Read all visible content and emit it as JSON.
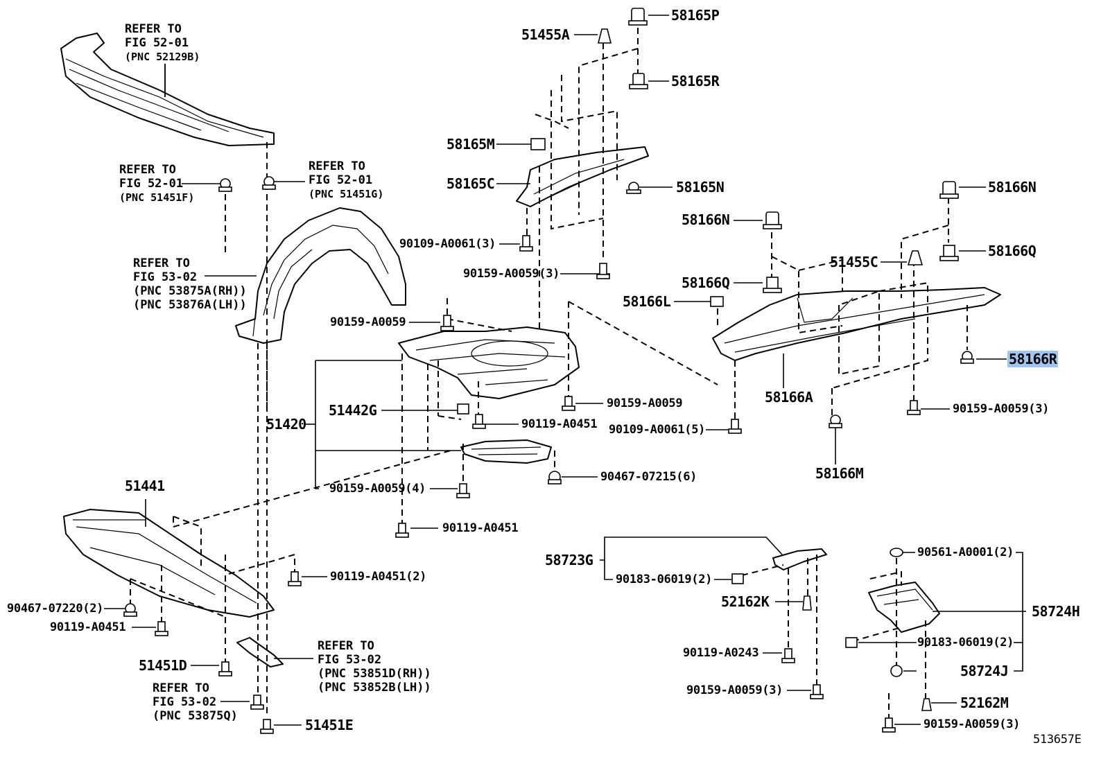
{
  "diagram_id": "513657E",
  "labels": {
    "refer_5201_top": [
      "REFER TO",
      "FIG 52-01",
      "(PNC 52129B)"
    ],
    "refer_5201_left": [
      "REFER TO",
      "FIG 52-01",
      "(PNC 51451F)"
    ],
    "refer_5201_right": [
      "REFER TO",
      "FIG 52-01",
      "(PNC 51451G)"
    ],
    "refer_5302_liner": [
      "REFER TO",
      "FIG 53-02",
      "(PNC 53875A(RH))",
      "(PNC 53876A(LH))"
    ],
    "refer_5302_brace": [
      "REFER TO",
      "FIG 53-02",
      "(PNC 53851D(RH))",
      "(PNC 53852B(LH))"
    ],
    "refer_5302_bottom": [
      "REFER TO",
      "FIG 53-02",
      "(PNC 53875Q)"
    ],
    "p58165P": "58165P",
    "p51455A": "51455A",
    "p58165R": "58165R",
    "p58165M": "58165M",
    "p58165C": "58165C",
    "p58165N": "58165N",
    "p90109_A0061_3": "90109-A0061(3)",
    "p90159_A0059_3_a": "90159-A0059(3)",
    "p90159_A0059_a": "90159-A0059",
    "p51420": "51420",
    "p51442G": "51442G",
    "p90159_A0059_b": "90159-A0059",
    "p90119_A0451_a": "90119-A0451",
    "p90109_A0061_5": "90109-A0061(5)",
    "p90467_07215_6": "90467-07215(6)",
    "p90159_A0059_4": "90159-A0059(4)",
    "p90119_A0451_b": "90119-A0451",
    "p51441": "51441",
    "p90119_A0451_2": "90119-A0451(2)",
    "p90467_07220_2": "90467-07220(2)",
    "p90119_A0451_c": "90119-A0451",
    "p51451D": "51451D",
    "p51451E": "51451E",
    "p58166N_a": "58166N",
    "p58166N_b": "58166N",
    "p58166Q_a": "58166Q",
    "p58166Q_b": "58166Q",
    "p51455C": "51455C",
    "p58166L": "58166L",
    "p58166R": "58166R",
    "p58166A": "58166A",
    "p90159_A0059_3_b": "90159-A0059(3)",
    "p58166M": "58166M",
    "p58723G": "58723G",
    "p90183_06019_2_a": "90183-06019(2)",
    "p52162K": "52162K",
    "p90119_A0243": "90119-A0243",
    "p90159_A0059_3_c": "90159-A0059(3)",
    "p90561_A0001_2": "90561-A0001(2)",
    "p58724H": "58724H",
    "p90183_06019_2_b": "90183-06019(2)",
    "p58724J": "58724J",
    "p52162M": "52162M",
    "p90159_A0059_3_d": "90159-A0059(3)"
  },
  "colors": {
    "highlight": "#9ec6f0",
    "ink": "#000000",
    "paper": "#ffffff"
  }
}
